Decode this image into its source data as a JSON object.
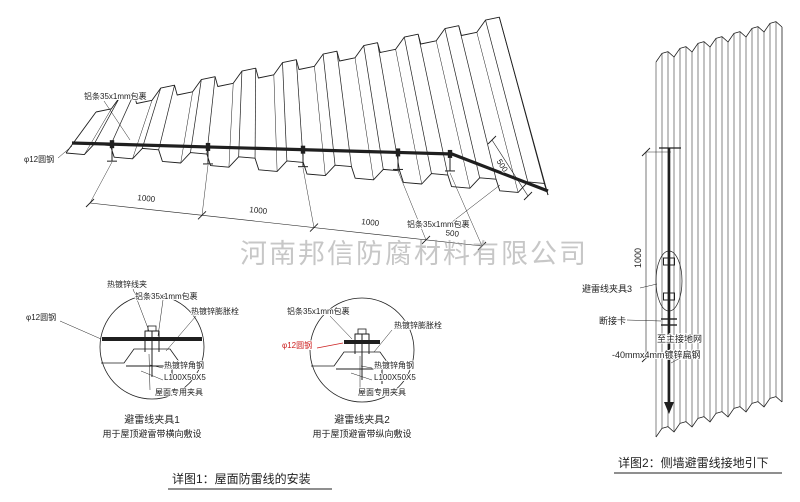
{
  "watermark": "河南邦信防腐材料有限公司",
  "main_view": {
    "label_alu_strip_top": "铝条35x1mm包裹",
    "label_round_steel": "φ12圆钢",
    "label_alu_strip_right": "铝条35x1mm包裹",
    "dims": [
      "1000",
      "1000",
      "1000",
      "500",
      "500"
    ]
  },
  "detail1": {
    "label_clamp": "热镀锌线夹",
    "label_alu_strip": "铝条35x1mm包裹",
    "label_expansion_bolt": "热镀锌膨胀栓",
    "label_round_steel": "φ12圆钢",
    "label_angle_steel": "热镀锌角钢",
    "label_angle_size": "L100X50X5",
    "label_roof_fixture": "屋面专用夹具",
    "title": "避雷线夹具1",
    "subtitle": "用于屋顶避雷带横向敷设"
  },
  "detail2": {
    "label_alu_strip": "铝条35x1mm包裹",
    "label_expansion_bolt": "热镀锌膨胀栓",
    "label_round_steel": "φ12圆钢",
    "label_angle_steel": "热镀锌角钢",
    "label_angle_size": "L100X50X5",
    "label_roof_fixture": "屋面专用夹具",
    "title": "避雷线夹具2",
    "subtitle": "用于屋顶避雷带纵向敷设"
  },
  "wall_view": {
    "dim": "1000",
    "label_clamp3": "避雷线夹具3",
    "label_disconnect": "断接卡",
    "label_to_ground": "至主接地网",
    "label_flat_steel": "-40mmx4mm镀锌扁钢"
  },
  "captions": {
    "detail1": "详图1：屋面防雷线的安装",
    "detail2": "详图2：侧墙避雷线接地引下"
  },
  "colors": {
    "line": "#1f1f1f",
    "red": "#cc2020",
    "watermark": "#9b9b9b"
  }
}
